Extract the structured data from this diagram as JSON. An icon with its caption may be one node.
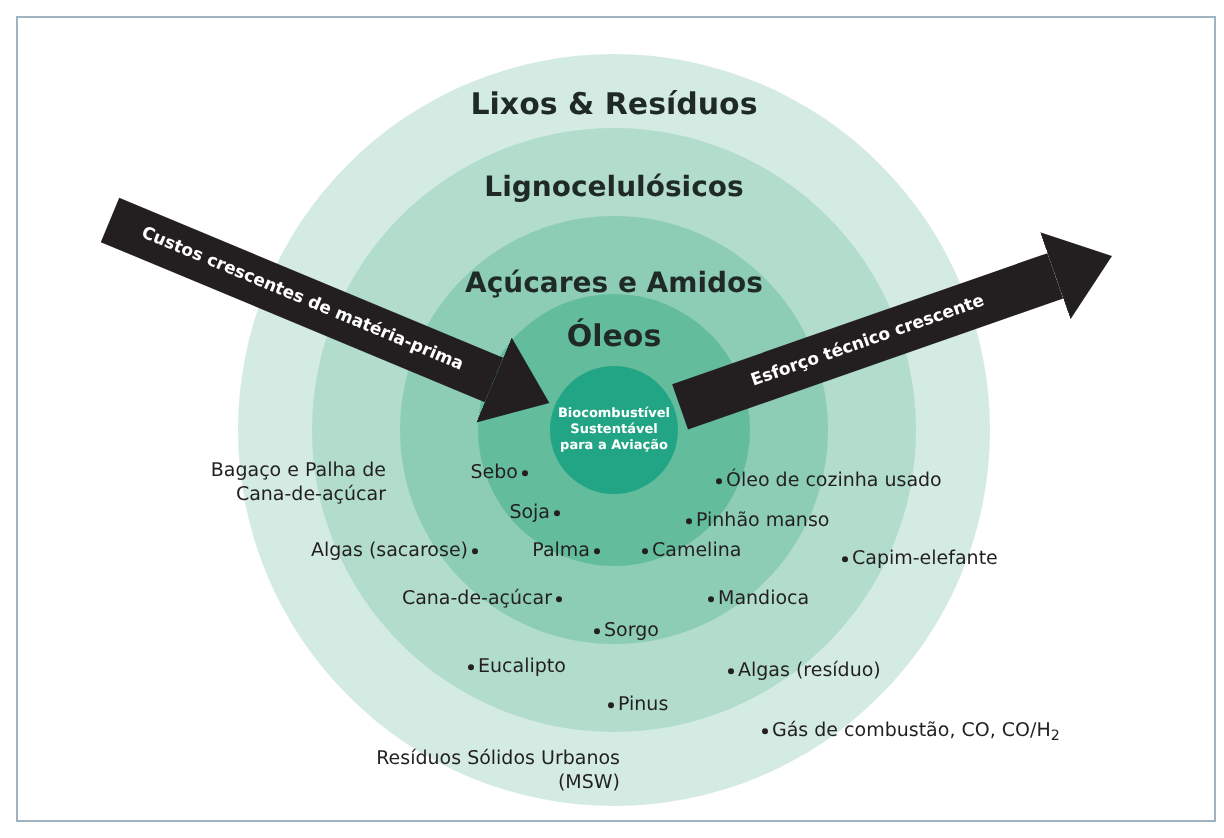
{
  "diagram": {
    "nodes": [
      {
        "text": [
          "Lixos & Resíduos"
        ]
      },
      {
        "text": [
          "Lignocelulósicos"
        ],
        "in": 0
      },
      {
        "text": [
          "Açúcares e Amidos"
        ],
        "in": 1
      },
      {
        "text": [
          "Óleos"
        ],
        "in": 2
      },
      {
        "text": [
          "Biocombustível Sustentável para a Aviação"
        ],
        "in": 3
      }
    ],
    "edges": [
      {
        "from": null,
        "to": 4,
        "arrow": "to",
        "label": "Custos crescentes de matéria-prima"
      },
      {
        "from": 4,
        "to": null,
        "arrow": "to",
        "label": "Esforço técnico crescente"
      }
    ],
    "labels": [
      "Bagaço e Palha de Cana-de-açúcar",
      "Sebo",
      "Óleo de cozinha usado",
      "Soja",
      "Pinhão manso",
      "Algas (sacarose)",
      "Palma",
      "Camelina",
      "Capim-elefante",
      "Cana-de-açúcar",
      "Mandioca",
      "Sorgo",
      "Eucalipto",
      "Algas (resíduo)",
      "Pinus",
      "Gás de combustão, CO, CO/H$_{2}$",
      "Resíduos Sólidos Urbanos (MSW)"
    ]
  }
}
